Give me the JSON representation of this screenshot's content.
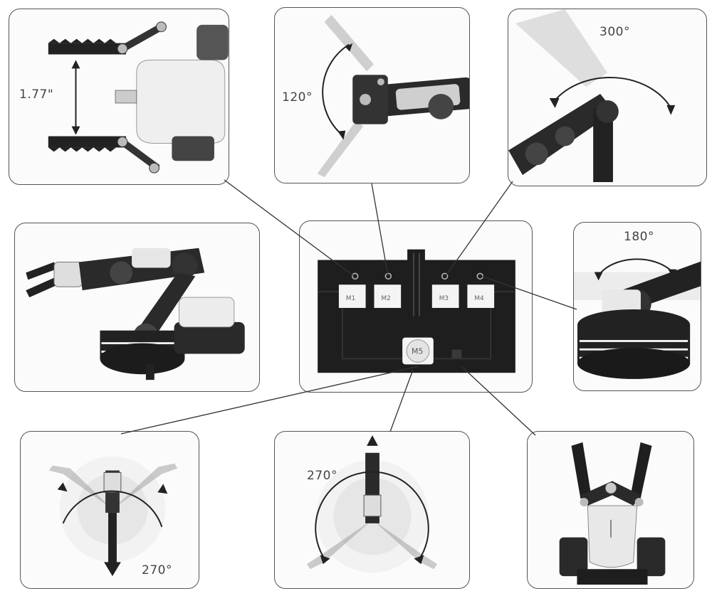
{
  "panels": {
    "gripper_width": {
      "measurement": "1.77\""
    },
    "wrist_tilt": {
      "angle": "120°"
    },
    "elbow": {
      "angle": "300°"
    },
    "shoulder": {
      "angle": "180°"
    },
    "base_rotate_left": {
      "angle": "270°"
    },
    "base_rotate_center": {
      "angle": "270°"
    }
  },
  "control_board": {
    "motor_labels": [
      "M1",
      "M2",
      "M3",
      "M4"
    ],
    "center_motor_label": "M5"
  },
  "colors": {
    "panel_border": "#555555",
    "robot_dark": "#2a2a2a",
    "robot_light": "#e8e8e8",
    "board": "#1e1e1e",
    "line": "#333333"
  }
}
